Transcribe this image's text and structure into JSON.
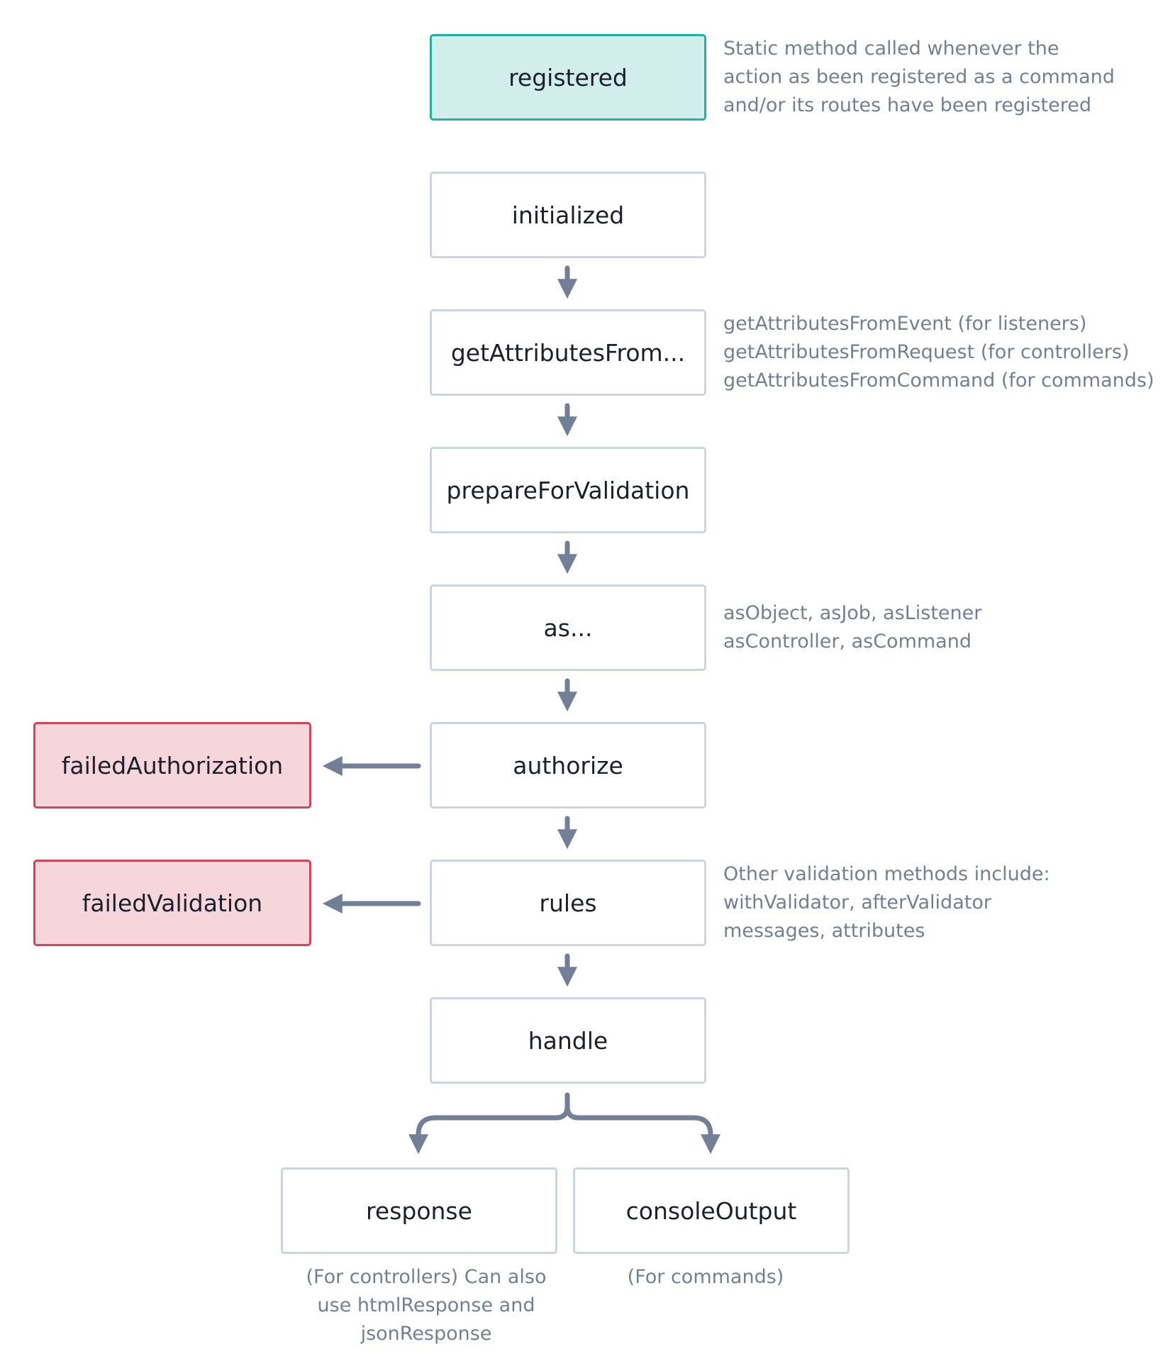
{
  "nodes": {
    "registered": "registered",
    "initialized": "initialized",
    "get_attributes": "getAttributesFrom...",
    "prepare_for_validation": "prepareForValidation",
    "as": "as...",
    "authorize": "authorize",
    "rules": "rules",
    "handle": "handle",
    "failed_authorization": "failedAuthorization",
    "failed_validation": "failedValidation",
    "response": "response",
    "console_output": "consoleOutput"
  },
  "notes": {
    "registered": [
      "Static method called whenever the",
      "action as been registered as a command",
      "and/or its routes have been registered"
    ],
    "get_attributes": [
      "getAttributesFromEvent (for listeners)",
      "getAttributesFromRequest (for controllers)",
      "getAttributesFromCommand (for commands)"
    ],
    "as": [
      "asObject, asJob, asListener",
      "asController, asCommand"
    ],
    "rules": [
      "Other validation methods include:",
      "withValidator, afterValidator",
      "messages, attributes"
    ],
    "response": [
      "(For controllers) Can also",
      "use htmlResponse and",
      "jsonResponse"
    ],
    "console_output": [
      "(For commands)"
    ]
  },
  "colors": {
    "arrow": "#718096",
    "box_border": "#cbd5e0",
    "registered_border": "#20b2a3",
    "registered_fill": "#d1eeec",
    "failure_border": "#d24458",
    "failure_fill": "#f7d6db",
    "note_text": "#718096",
    "node_text": "#1a202c"
  }
}
